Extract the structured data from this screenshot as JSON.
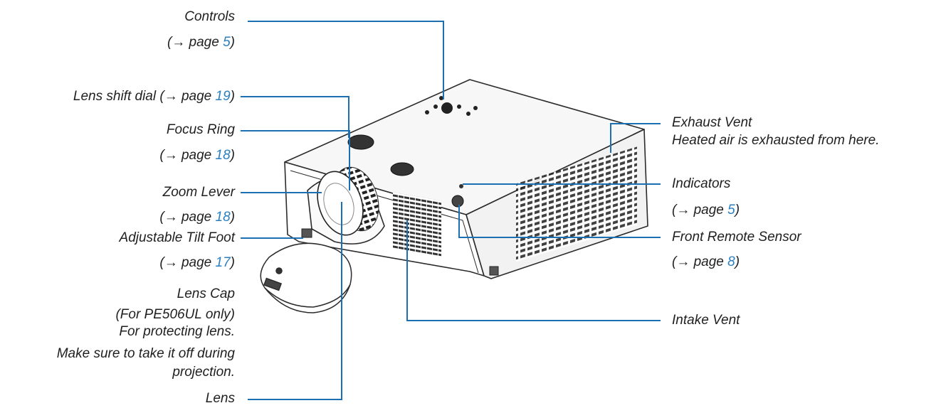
{
  "labels": {
    "controls": {
      "title": "Controls",
      "ref_prefix": "(→  page ",
      "page": "5",
      "ref_suffix": ")"
    },
    "lens_shift": {
      "title": "Lens shift dial (→  page ",
      "page": "19",
      "suffix": ")"
    },
    "focus_ring": {
      "title": "Focus Ring",
      "ref_prefix": "(→  page ",
      "page": "18",
      "ref_suffix": ")"
    },
    "zoom_lever": {
      "title": "Zoom Lever",
      "ref_prefix": "(→  page ",
      "page": "18",
      "ref_suffix": ")"
    },
    "tilt_foot": {
      "title": "Adjustable Tilt Foot",
      "ref_prefix": "(→  page ",
      "page": "17",
      "ref_suffix": ")"
    },
    "lens_cap": {
      "title": "Lens Cap",
      "line2": "(For PE506UL only)",
      "line3": "For protecting lens.",
      "line4": "Make sure to take it off during",
      "line5": "projection."
    },
    "lens": {
      "title": "Lens"
    },
    "exhaust_vent": {
      "title": "Exhaust Vent",
      "line2": "Heated air is exhausted from here."
    },
    "indicators": {
      "title": "Indicators",
      "ref_prefix": "(→  page ",
      "page": "5",
      "ref_suffix": ")"
    },
    "remote_sensor": {
      "title": "Front Remote Sensor",
      "ref_prefix": "(→  page ",
      "page": "8",
      "ref_suffix": ")"
    },
    "intake_vent": {
      "title": "Intake Vent"
    }
  },
  "colors": {
    "leader": "#1c6fb0",
    "page_ref": "#2a7fc0",
    "outline": "#2b2b2b"
  }
}
